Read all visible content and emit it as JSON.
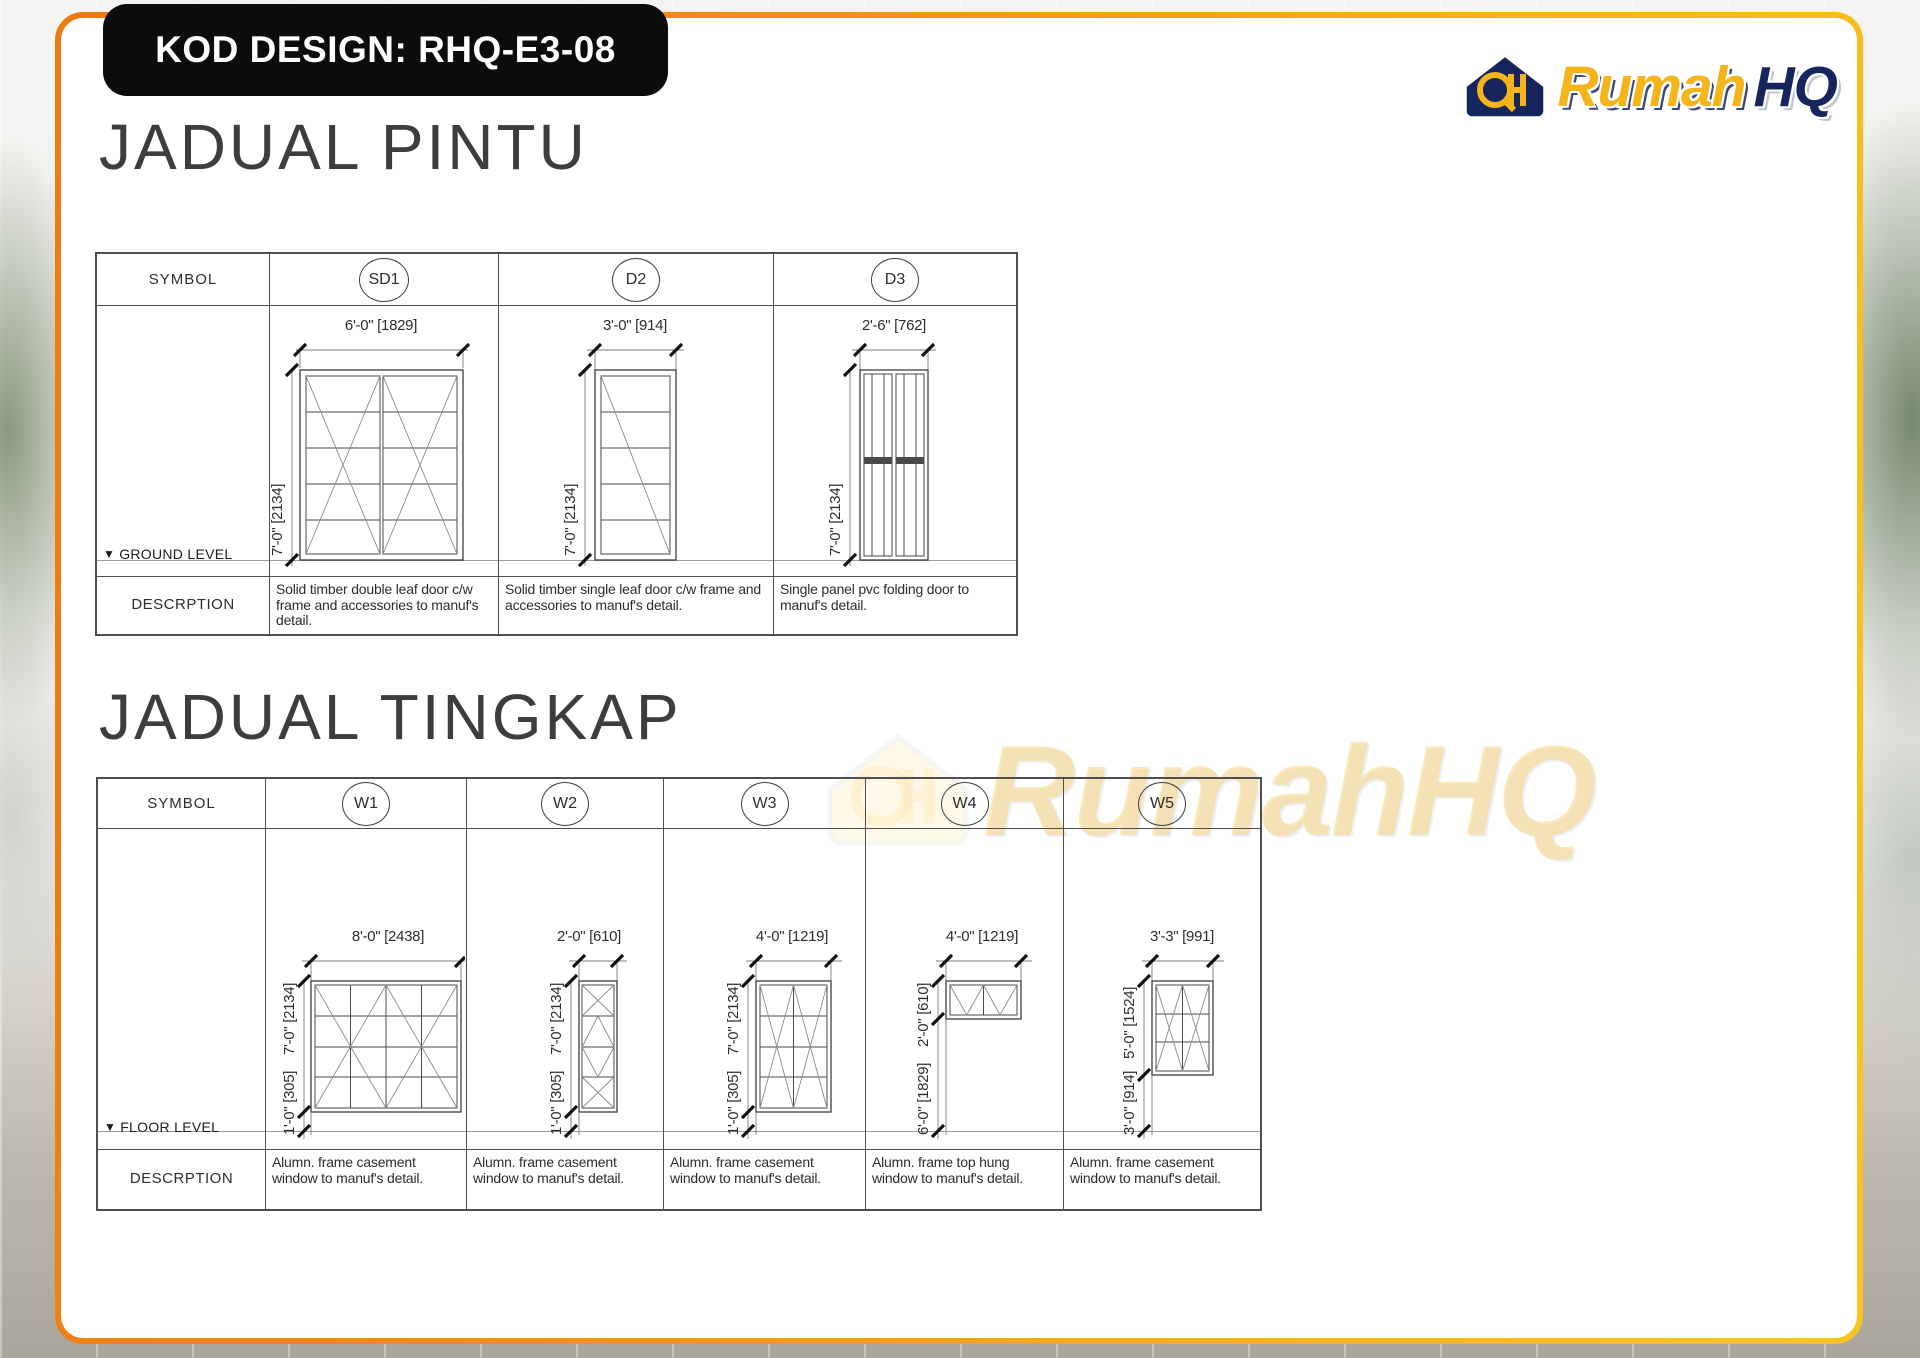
{
  "header": {
    "kod": "KOD DESIGN: RHQ-E3-08",
    "brand": {
      "part1": "Rumah",
      "part2": "HQ"
    }
  },
  "colors": {
    "frame_orange": "#EE7A12",
    "frame_gold": "#F9C51F",
    "badge_black": "#0C0C0C",
    "brand_yellow": "#F4B41A",
    "brand_navy": "#16265C"
  },
  "watermark": {
    "text": "RumahHQ"
  },
  "pintu": {
    "title": "JADUAL PINTU",
    "symbol_header": "SYMBOL",
    "description_header": "DESCRPTION",
    "level_label": "GROUND LEVEL",
    "items": [
      {
        "symbol": "SD1",
        "width_dim": "6'-0\" [1829]",
        "height_dim": "7'-0\" [2134]",
        "description": "Solid timber double leaf door c/w frame and accessories to manuf's detail."
      },
      {
        "symbol": "D2",
        "width_dim": "3'-0\" [914]",
        "height_dim": "7'-0\" [2134]",
        "description": "Solid timber single leaf door c/w frame and accessories to manuf's detail."
      },
      {
        "symbol": "D3",
        "width_dim": "2'-6\" [762]",
        "height_dim": "7'-0\" [2134]",
        "description": "Single panel pvc folding door to manuf's detail."
      }
    ]
  },
  "tingkap": {
    "title": "JADUAL TINGKAP",
    "symbol_header": "SYMBOL",
    "description_header": "DESCRPTION",
    "level_label": "FLOOR LEVEL",
    "items": [
      {
        "symbol": "W1",
        "width_dim": "8'-0\" [2438]",
        "upper_dim": "7'-0\" [2134]",
        "lower_dim": "1'-0\" [305]",
        "description": "Alumn. frame casement window to manuf's detail."
      },
      {
        "symbol": "W2",
        "width_dim": "2'-0\" [610]",
        "upper_dim": "7'-0\" [2134]",
        "lower_dim": "1'-0\" [305]",
        "description": "Alumn. frame casement window to manuf's detail."
      },
      {
        "symbol": "W3",
        "width_dim": "4'-0\" [1219]",
        "upper_dim": "7'-0\" [2134]",
        "lower_dim": "1'-0\" [305]",
        "description": "Alumn. frame casement window to manuf's detail."
      },
      {
        "symbol": "W4",
        "width_dim": "4'-0\" [1219]",
        "upper_dim": "2'-0\" [610]",
        "lower_dim": "6'-0\" [1829]",
        "description": "Alumn. frame top hung window to manuf's detail."
      },
      {
        "symbol": "W5",
        "width_dim": "3'-3\" [991]",
        "upper_dim": "5'-0\" [1524]",
        "lower_dim": "3'-0\" [914]",
        "description": "Alumn. frame casement window to manuf's detail."
      }
    ]
  }
}
